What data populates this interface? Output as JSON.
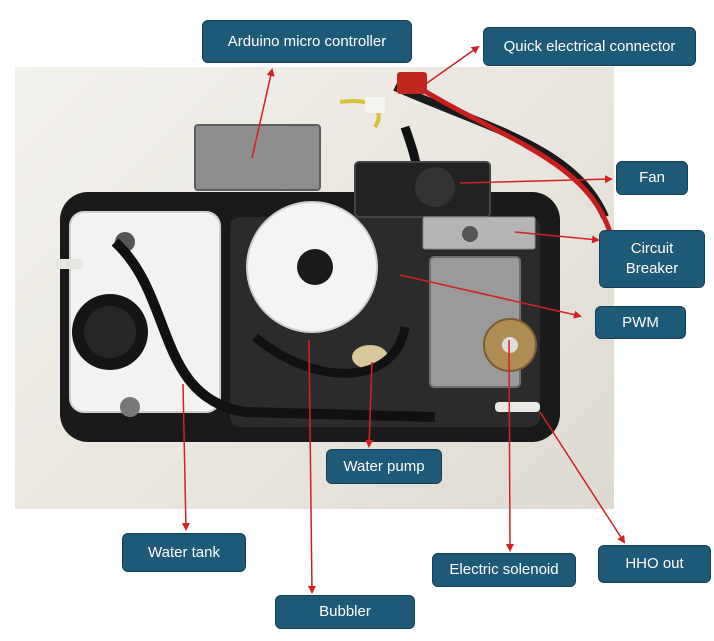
{
  "labels": {
    "arduino": "Arduino micro controller",
    "quick_connector": "Quick electrical connector",
    "fan": "Fan",
    "circuit_breaker": "Circuit\nBreaker",
    "pwm": "PWM",
    "water_pump": "Water pump",
    "water_tank": "Water tank",
    "electric_solenoid": "Electric solenoid",
    "hho_out": "HHO out",
    "bubbler": "Bubbler"
  },
  "colors": {
    "callout_fill": "#1e5a78",
    "arrow": "#d42020"
  }
}
